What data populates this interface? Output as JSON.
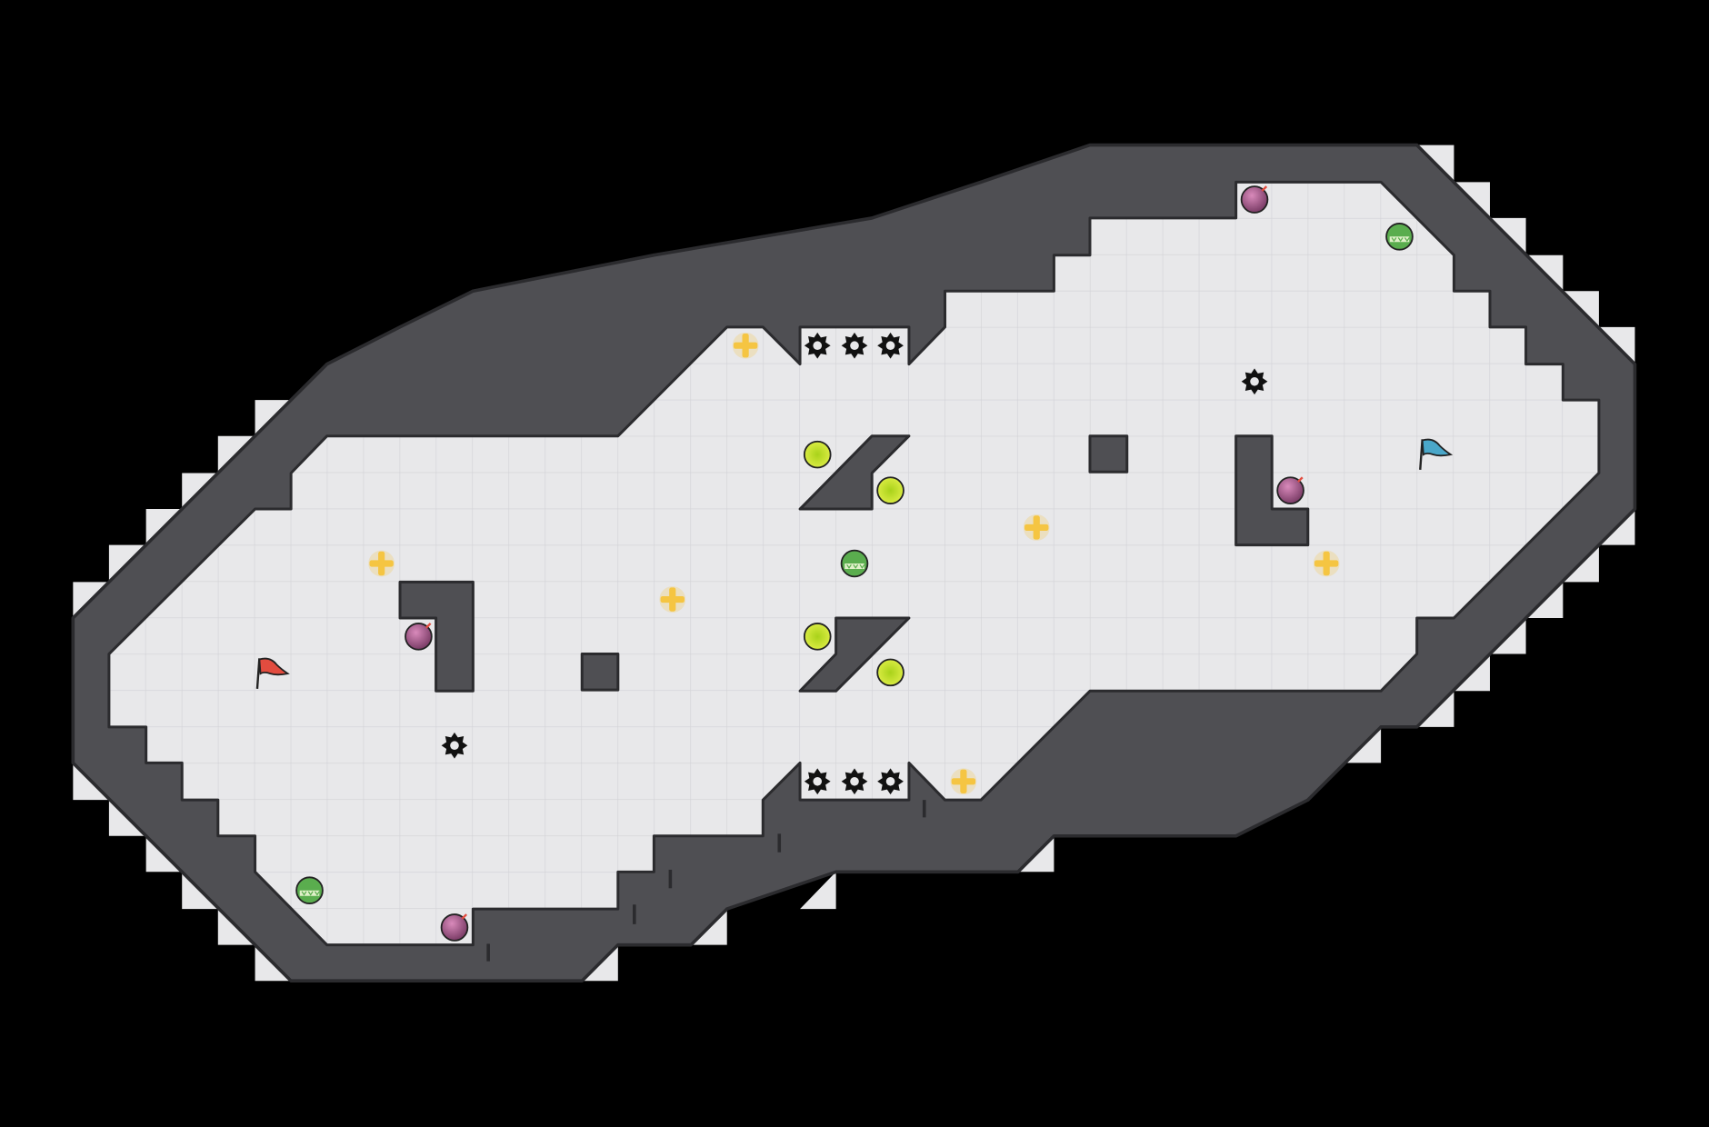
{
  "map": {
    "title": "",
    "tiles": "grid"
  },
  "colors": {
    "background": "#000000",
    "wall": "#4f4f53",
    "wall_edge": "#2b2b2e",
    "floor": "#e8e8ea",
    "grid_line": "#d2d2d6",
    "red_flag": "#e24c3f",
    "blue_flag": "#4aa7c9",
    "boost": "#f5c542",
    "bomb": "#b05a8c",
    "powerup": "#5aad4e",
    "yellow_pad": "#c9e023",
    "spike": "#111111"
  },
  "objects": [
    {
      "type": "red-flag",
      "icon": "red-flag-icon"
    },
    {
      "type": "blue-flag",
      "icon": "blue-flag-icon"
    }
  ],
  "legend": {
    "spike": "spike-icon",
    "boost": "boost-icon",
    "bomb": "bomb-icon",
    "powerup": "powerup-icon",
    "neutral_boost": "yellow-pad-icon"
  }
}
